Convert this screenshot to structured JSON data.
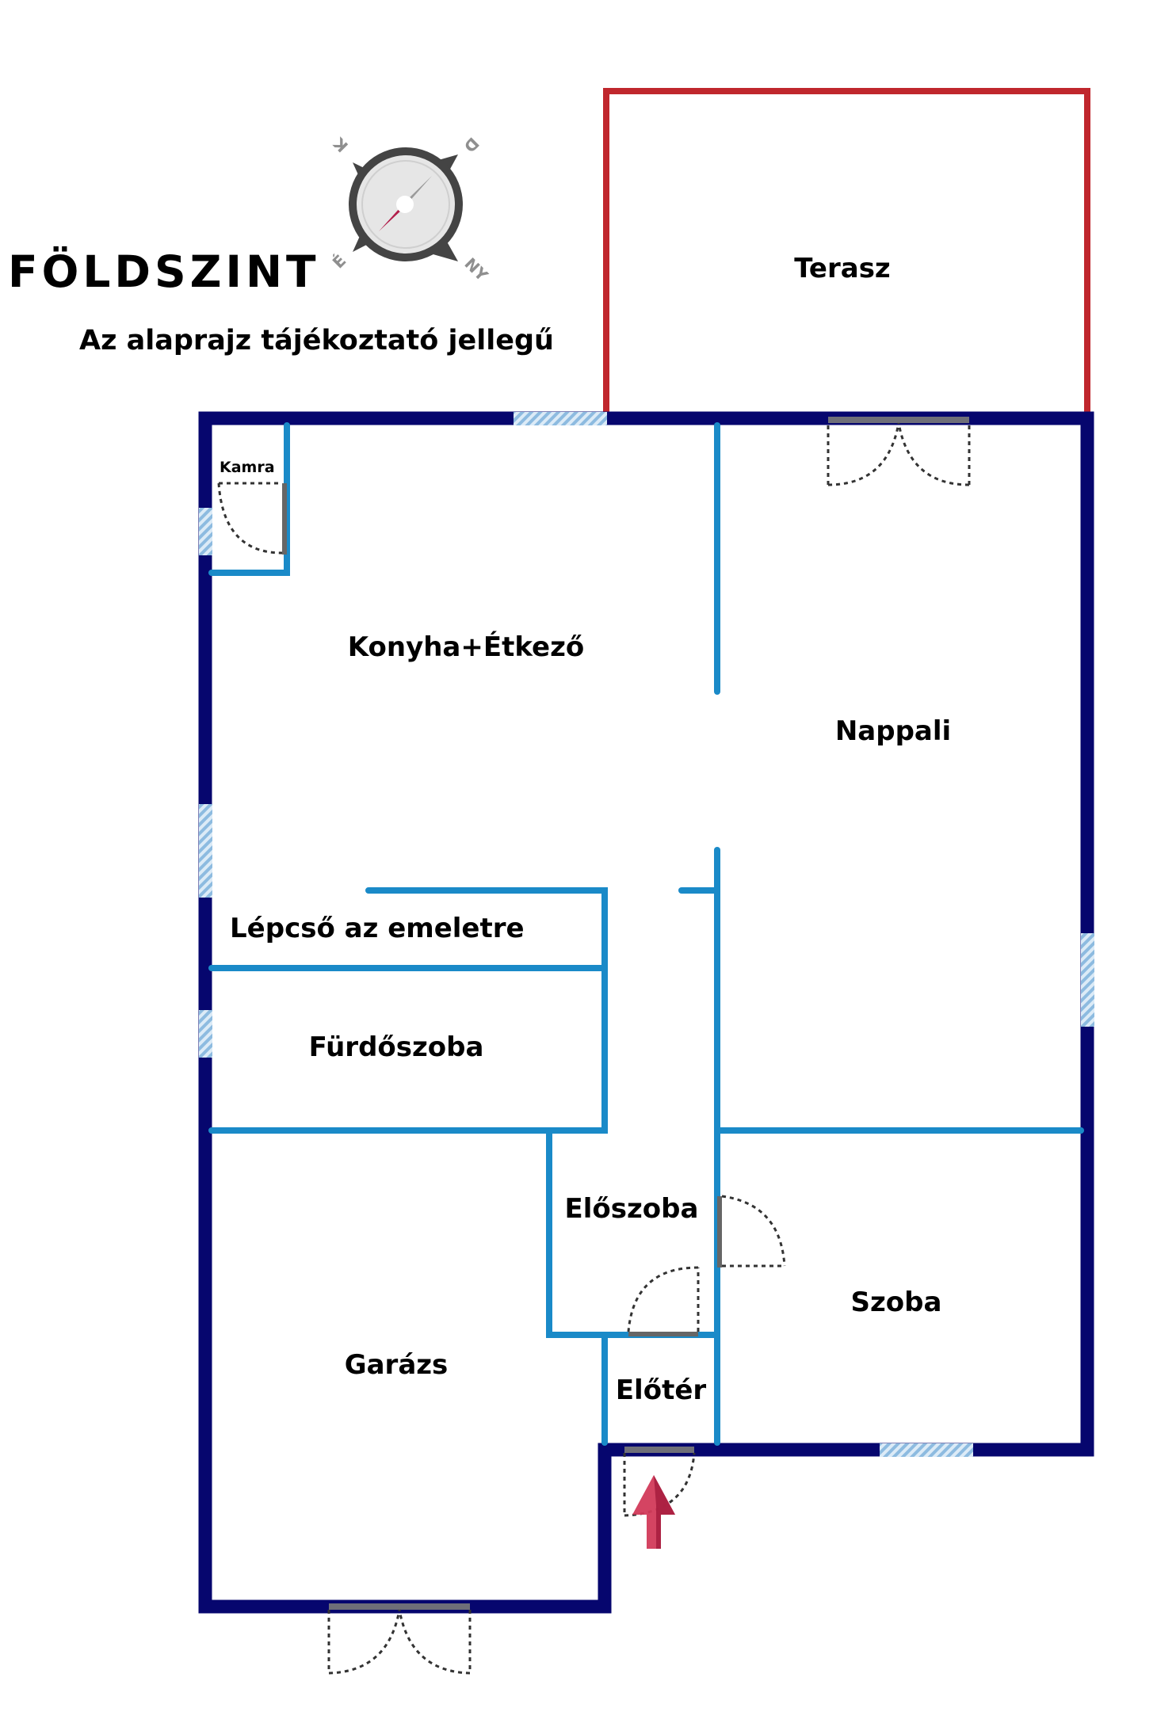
{
  "header": {
    "title": "FÖLDSZINT",
    "subtitle": "Az alaprajz tájékoztató jellegű"
  },
  "compass": {
    "north": "É",
    "east": "K",
    "south": "D",
    "west": "NY"
  },
  "rooms": {
    "terrace": "Terasz",
    "kamra": "Kamra",
    "kitchen": "Konyha+Étkező",
    "living": "Nappali",
    "stairs": "Lépcső az emeletre",
    "bathroom": "Fürdőszoba",
    "hall": "Előszoba",
    "room": "Szoba",
    "garage": "Garázs",
    "vestibule": "Előtér"
  },
  "colors": {
    "outer_wall": "#06066e",
    "inner_wall": "#1a8ac8",
    "terrace_outline": "#c0272d",
    "window": "#a9cce6",
    "entrance_arrow": "#d23a5a"
  }
}
